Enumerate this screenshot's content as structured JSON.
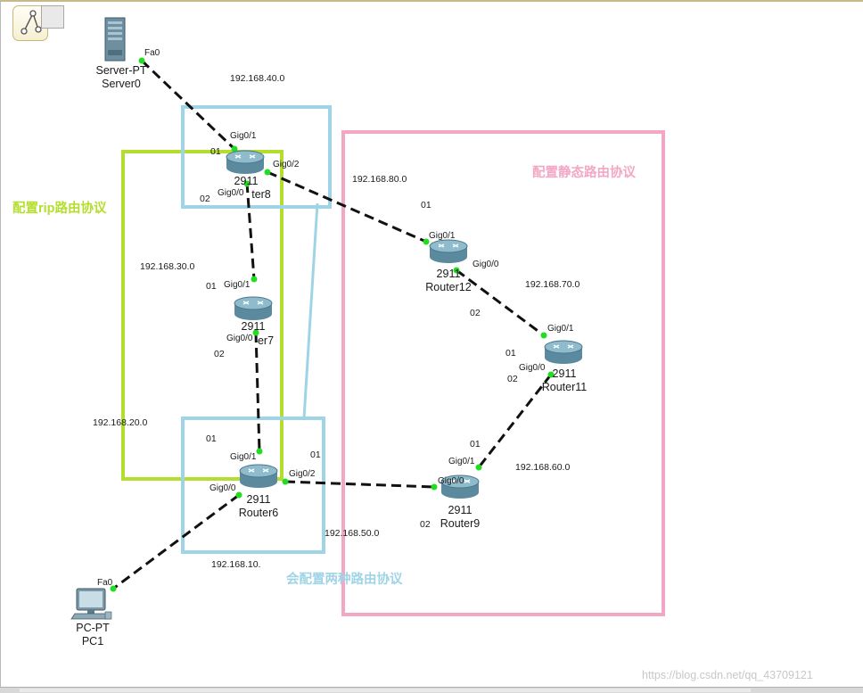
{
  "colors": {
    "rip_zone": "#b4de2e",
    "both_zone": "#9fd4e6",
    "static_zone": "#f2a7c4",
    "link": "#111111",
    "port_dot": "#22dd22",
    "router_body": "#6f9cb0"
  },
  "devices": {
    "server0": {
      "model": "Server-PT",
      "name": "Server0",
      "icon": "server-icon"
    },
    "router8": {
      "model": "2911",
      "name": "ter8",
      "icon": "router-icon"
    },
    "router7": {
      "model": "2911",
      "name": "er7",
      "icon": "router-icon"
    },
    "router6": {
      "model": "2911",
      "name": "Router6",
      "icon": "router-icon"
    },
    "router12": {
      "model": "2911",
      "name": "Router12",
      "icon": "router-icon"
    },
    "router11": {
      "model": "2911",
      "name": "Router11",
      "icon": "router-icon"
    },
    "router9": {
      "model": "2911",
      "name": "Router9",
      "icon": "router-icon"
    },
    "pc1": {
      "model": "PC-PT",
      "name": "PC1",
      "icon": "pc-icon"
    }
  },
  "networks": {
    "n40": "192.168.40.0",
    "n80": "192.168.80.0",
    "n30": "192.168.30.0",
    "n70": "192.168.70.0",
    "n20": "192.168.20.0",
    "n60": "192.168.60.0",
    "n50": "192.168.50.0",
    "n10": "192.168.10."
  },
  "ports": {
    "server0_fa0": "Fa0",
    "r8_gig01": "Gig0/1",
    "r8_gig02": "Gig0/2",
    "r8_gig00": "Gig0/0",
    "r7_gig01": "Gig0/1",
    "r7_gig00": "Gig0/0",
    "r6_gig01": "Gig0/1",
    "r6_gig00": "Gig0/0",
    "r6_gig02": "Gig0/2",
    "r12_gig01": "Gig0/1",
    "r12_gig00": "Gig0/0",
    "r11_gig01": "Gig0/1",
    "r11_gig00": "Gig0/0",
    "r9_gig01": "Gig0/1",
    "r9_gig00": "Gig0/0",
    "pc1_fa0": "Fa0"
  },
  "host_ids": {
    "h01_r8": "01",
    "h02_r8": "02",
    "h01_r12a": "01",
    "h01_r7": "01",
    "h02_r12": "02",
    "h02_r7": "02",
    "h01_r11": "01",
    "h02_r11": "02",
    "h01_r6": "01",
    "h01_r6b": "01",
    "h01_r9": "01",
    "h02_r9": "02"
  },
  "zones": {
    "rip": "配置rip路由协议",
    "static": "配置静态路由协议",
    "both": "会配置两种路由协议"
  },
  "watermark": "https://blog.csdn.net/qq_43709121"
}
